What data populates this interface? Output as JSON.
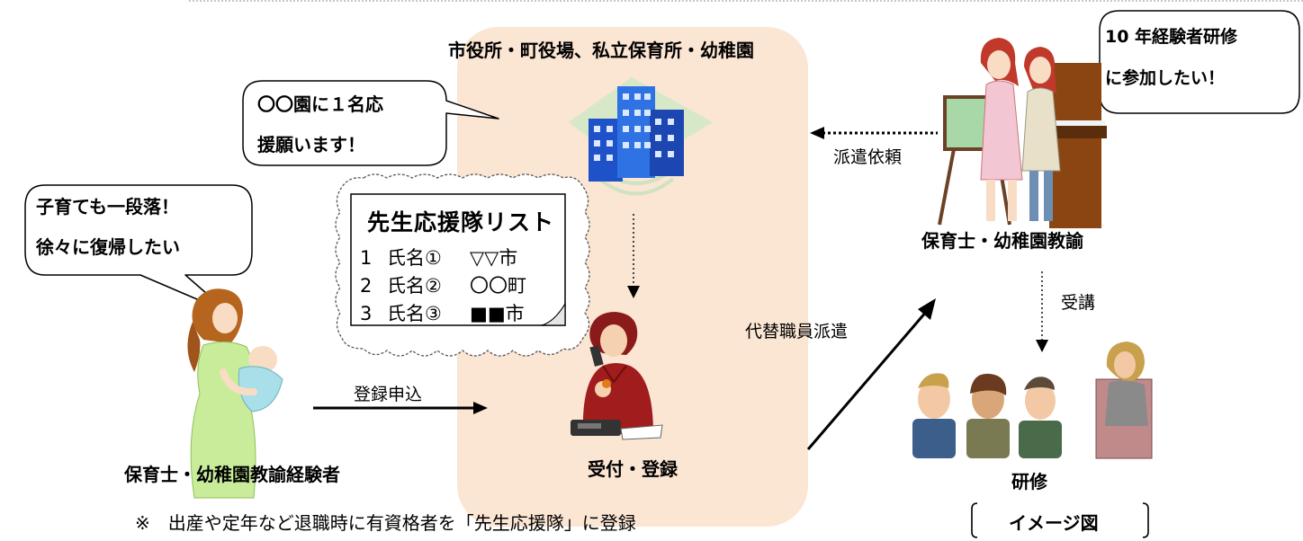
{
  "organization": {
    "label": "市役所・町役場、私立保育所・幼稚園"
  },
  "bubbles": {
    "org_request": [
      "〇〇園に１名応",
      "援願います！"
    ],
    "former_teacher": [
      "子育ても一段落！",
      "徐々に復帰したい"
    ],
    "current_teacher": [
      "10 年経験者研修",
      "に参加したい！"
    ]
  },
  "support_list": {
    "title": "先生応援隊リスト",
    "rows": [
      {
        "no": "1",
        "name": "氏名①",
        "place": "▽▽市"
      },
      {
        "no": "2",
        "name": "氏名②",
        "place": "〇〇町"
      },
      {
        "no": "3",
        "name": "氏名③",
        "place": "■■市"
      }
    ]
  },
  "labels": {
    "former_teacher": "保育士・幼稚園教諭経験者",
    "reception": "受付・登録",
    "current_teacher": "保育士・幼稚園教諭",
    "training": "研修",
    "image_note": "イメージ図"
  },
  "arrows": {
    "registration": "登録申込",
    "dispatch_request": "派遣依頼",
    "substitute_dispatch": "代替職員派遣",
    "attend": "受講"
  },
  "footnote": "※　出産や定年など退職時に有資格者を「先生応援隊」に登録"
}
